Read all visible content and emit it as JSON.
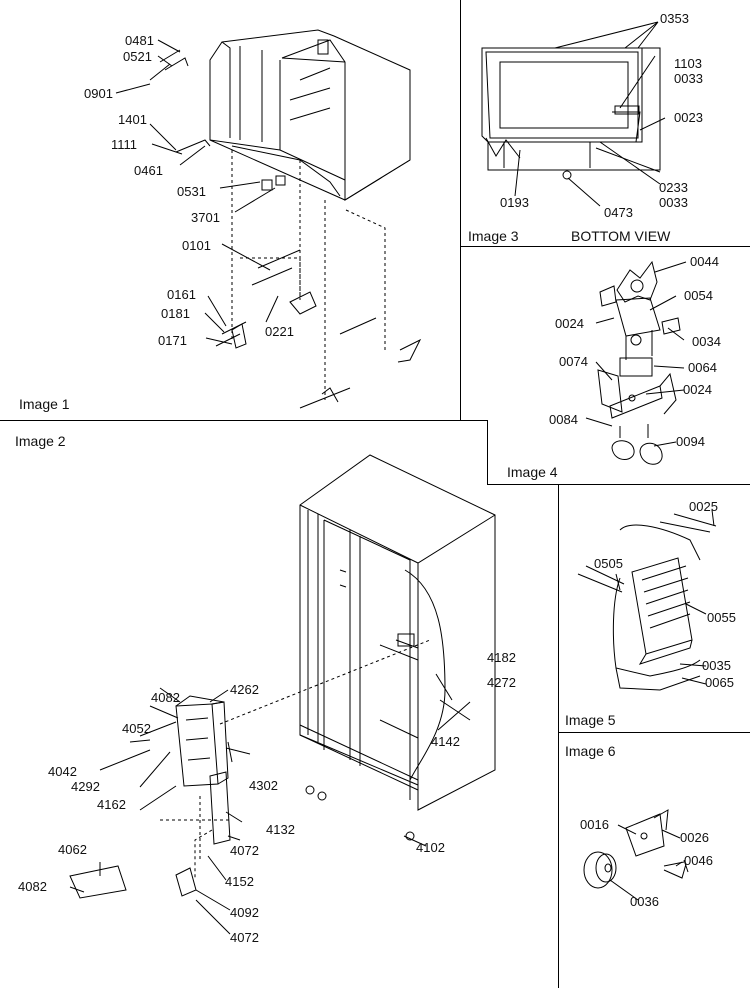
{
  "panels": {
    "p1": {
      "caption": "Image 1",
      "labels": [
        "0481",
        "0521",
        "0901",
        "1401",
        "1111",
        "0461",
        "0531",
        "3701",
        "0101",
        "0161",
        "0181",
        "0221",
        "0171"
      ]
    },
    "p2": {
      "caption": "Image 2",
      "labels": [
        "4262",
        "4082",
        "4052",
        "4042",
        "4292",
        "4162",
        "4302",
        "4132",
        "4072",
        "4062",
        "4082",
        "4152",
        "4092",
        "4072",
        "4182",
        "4272",
        "4142",
        "4102"
      ]
    },
    "p3": {
      "caption": "Image 3",
      "subcaption": "BOTTOM VIEW",
      "labels": [
        "0353",
        "1103",
        "0033",
        "0023",
        "0233",
        "0033",
        "0193",
        "0473"
      ]
    },
    "p4": {
      "caption": "Image 4",
      "labels": [
        "0044",
        "0054",
        "0024",
        "0034",
        "0064",
        "0074",
        "0024",
        "0084",
        "0094"
      ]
    },
    "p5": {
      "caption": "Image 5",
      "labels": [
        "0025",
        "0505",
        "0055",
        "0035",
        "0065"
      ]
    },
    "p6": {
      "caption": "Image 6",
      "labels": [
        "0016",
        "0026",
        "0046",
        "0036"
      ]
    }
  }
}
